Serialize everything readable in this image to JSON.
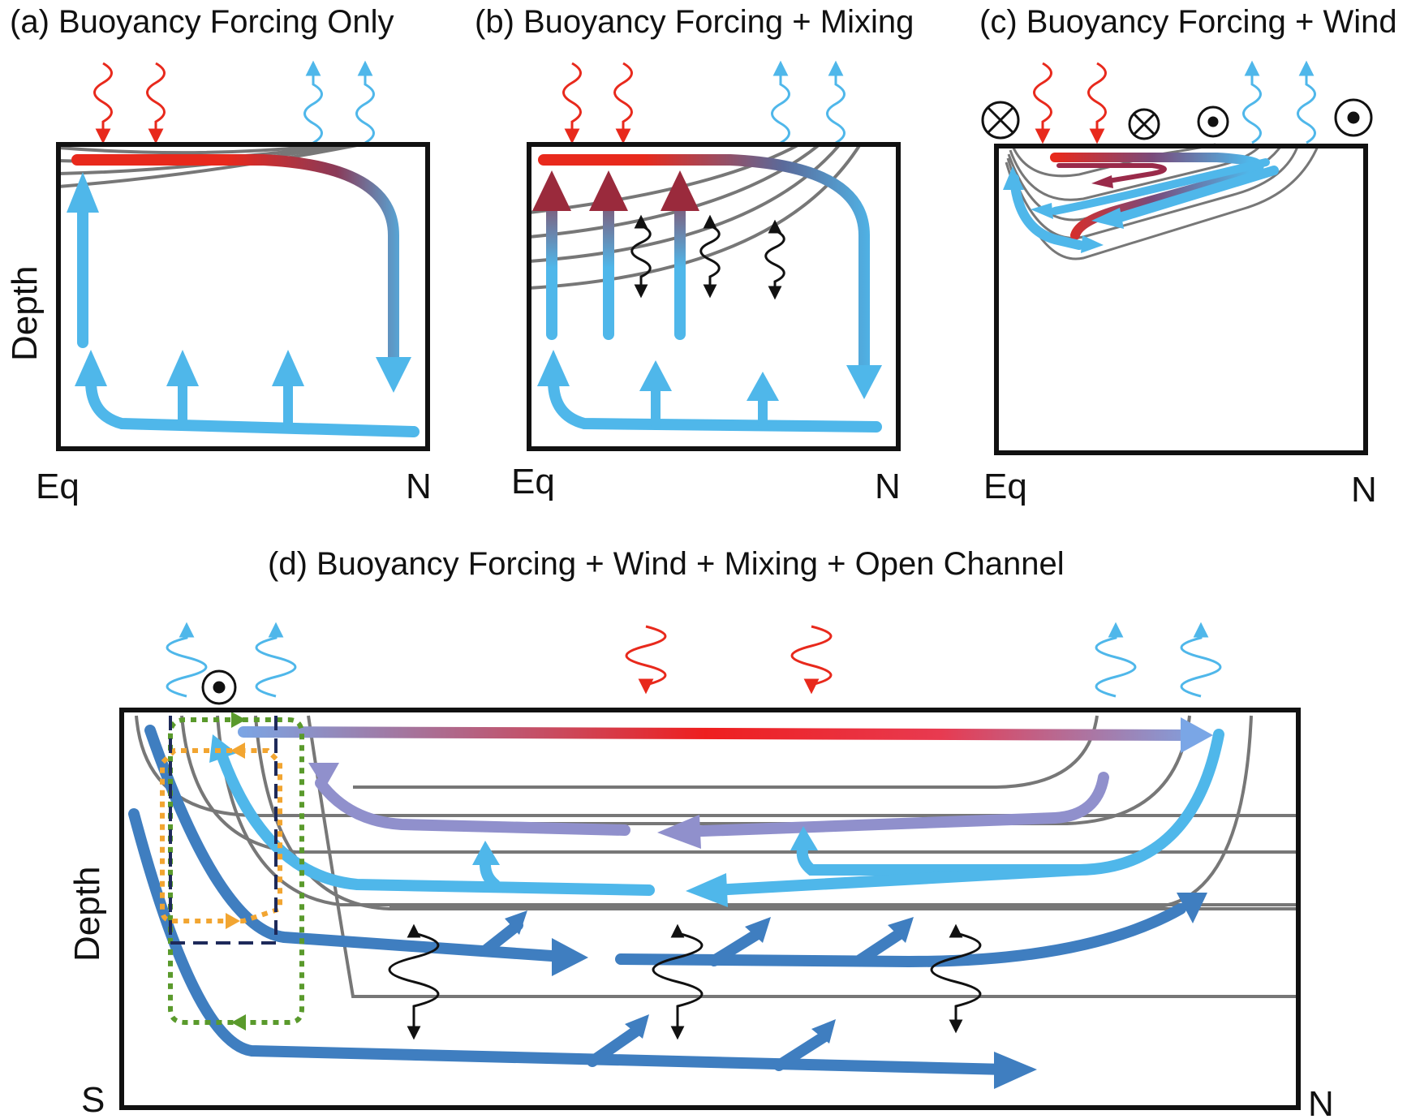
{
  "panels": {
    "a": {
      "title": "(a)   Buoyancy Forcing Only",
      "left_label": "Eq",
      "right_label": "N",
      "depth_label": "Depth"
    },
    "b": {
      "title": "(b) Buoyancy Forcing + Mixing",
      "left_label": "Eq",
      "right_label": "N"
    },
    "c": {
      "title": "(c) Buoyancy Forcing  + Wind",
      "left_label": "Eq",
      "right_label": "N"
    },
    "d": {
      "title": "(d) Buoyancy Forcing  + Wind + Mixing + Open Channel",
      "left_label": "S",
      "right_label": "N",
      "depth_label": "Depth"
    }
  },
  "colors": {
    "heating": "#e8291c",
    "cooling": "#4fb7ea",
    "deep": "#3f7ec0",
    "intermediate": "#9090cc",
    "isopycnal": "#777777",
    "mixing": "#111111",
    "green_box": "#5a9a2c",
    "orange_box": "#f2a531",
    "navy_box": "#1e2a5a"
  },
  "icons": [
    "heating-wave-icon",
    "cooling-wave-icon",
    "wind-into-page-icon",
    "wind-out-of-page-icon",
    "mixing-wave-icon"
  ]
}
